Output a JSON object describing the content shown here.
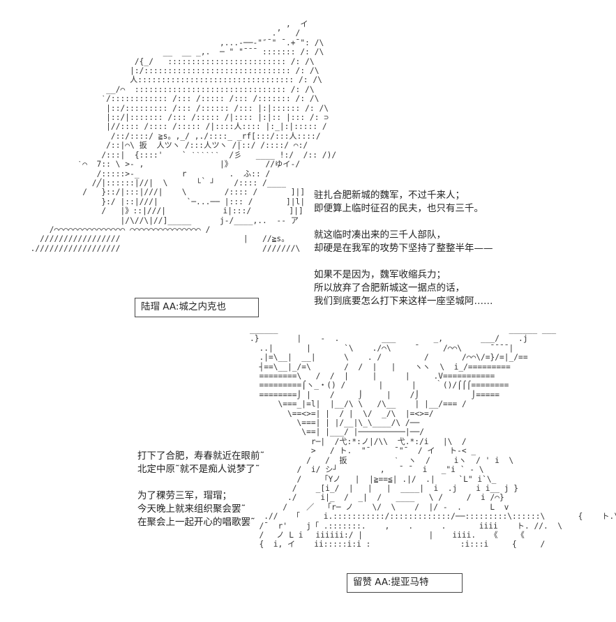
{
  "ascii_art": {
    "top_figure": "                                                        ,  イ\n                                                     .’   /\n                                          ,...-──‐\"″ˉ\" ˉ.+ˉ\": /\\\n                              __  __ _,.  ─ \" \"ˉˉˉ ::::::: /: /\\\n                        /{_/   ::::::::::::::::::::::::: /: /\\\n                       |:/::::::::::::::::::::::::::::::: /: /\\\n                       人::::::::::::::::::::::::::::::::: /: /\\\n                  __/⌒  :::::::::::::::::::::::::::::::: /: /\\\n                 ˋ/:::::::::::: /::: /::::: /::: /::::::: /: /\\\n                  |::/::::::::: /::: /:::::: /::: |:|:::::: /: /\\\n                  |::/|::::::: /::: /::::: /|:::: |:|:: |::: /: ⊃\n                  |//:::: /:::: /::::: /|::::人:::: |:_|:|::::: /\n                   /::/::::/ ≧s。,_/ ,./::::_ _rf[:::/:::人::::/\n                  /::|⌒\\ 扳  人ツヽ /:::人ツヽ /|::/ /::::/ ⌒:/\n                 /:::|  {::::'    ` ˋˋˋˋˋˋ  /彡   ____ !:/  /:: /)/\n            ˋ⌒  7:: \\ >- ,                |》       //ゆイ‐/\n                /:::::>-_         r   ˎ     .  ふ:: /\n               /╱|::::::|//|  \\      └  ┘    /:::: /____\n             /   }::/|:::|///|    \\        /:::: /       ]|]\n                 }:/ |::|///|      `─...── |::: /       ]|l|\n                 /   |》::|///|            i|:::/        ]|]\n                     |/\\//\\|//]_____      j‐/____,..  -- ア\n      /⌒⌒⌒⌒⌒⌒⌒⌒⌒⌒⌒⌒⌒⌒⌒ ⌒⌒⌒⌒⌒⌒⌒⌒⌒⌒⌒⌒⌒⌒⌒ /\n    /////////////////                          |   //≧s。\n  .//////////////////                              ///////\\",
    "bottom_figure": "______                                                 ______ ___\n.}        |    -  .         ___        _,        ___/    .j\n  ..|       |       `\\    ./⌒\\     ˉ     /⌒⌒\\      ˉˉˉˉ|\n  .|=\\__|  __|      \\    . /         /       /⌒⌒\\/=}/=|_/==\n  ┤==\\__|_/=\\       /  /  |   |    ヽヽ  \\  i_/=========\n  ========\\   /  /  |     |      |     .V===========\n  =========⌠ヽ_・() /       |      |    ｀()/⌠⌠⌠========\n  ========⌡ |    /     ⌡     |    /⌡           ⌡=====\n      \\===_|=l|  |__/\\ \\   /\\__    | |__/=== /\n        \\==<>=| |  / |  \\/  _/\\  |=<>=/\n          \\===| | |/__|\\_\\____/\\ /──\n           \\==| |___/ |──────────|──/\n             r─|  /弋:*:ノ|/\\\\  弋.*:/i   |\\  /\n             >   / ト.  \"ˉ     ˉ\"ˉ  / イ   ト-< _\n            /   /  扳          ˋ  ヽ  /     iヽ  / ' i  \\\n          /  i/ シ┘         ,   ˉ ˉ  i   _\"i ` - \\\n          /    「Yノ   |  |≧==≦| .|/  .|     `L\" i`\\_\n         /    _[i_/  |   |   |  ____|  i  .j    i i__ j }\n        ./     i|_  /  _|  /   ____   \\ /     /  i /⌒}\n       /    ／  「r─ ノ    \\/  \\    /  |/ -  .      L  v\n   .//   「     i.:::::::::::/:::::::::::::/──:::::::::\\::::::\\       {    ト.\\\n  /ˉ  r'    j「 .:::::::.    ,    .      .       iiii    ト. //.  \\\n  /　 ノ L i　 iiiiii:/ |              |    iiii.   《    《\n  {  i, イ    ii:::::i:i :                   :i:::i     {     /"
  },
  "narration_top": {
    "lines": [
      "驻扎合肥新城的魏军，不过千来人；",
      "即便算上临时征召的民夫，也只有三千。",
      "",
      "就这临时凑出来的三千人部队，",
      "却硬是在我军的攻势下坚持了整整半年——",
      "",
      "如果不是因为，魏军收缩兵力；",
      "所以放弃了合肥新城这一据点的话，",
      "我们到底要怎么打下来这样一座坚城阿……"
    ]
  },
  "narration_bottom": {
    "lines": [
      "打下了合肥，寿春就近在眼前˜",
      "北定中原˜就不是痴人说梦了˜",
      "",
      "为了稞劳三军，瑁瑁；",
      "今天晚上就来组织聚会罢˜",
      "在聚会上一起开心的唱歌罢˜"
    ]
  },
  "captions": {
    "top": "陆瑁 AA:城之内克也",
    "bottom": "留赞 AA:提亚马特"
  }
}
